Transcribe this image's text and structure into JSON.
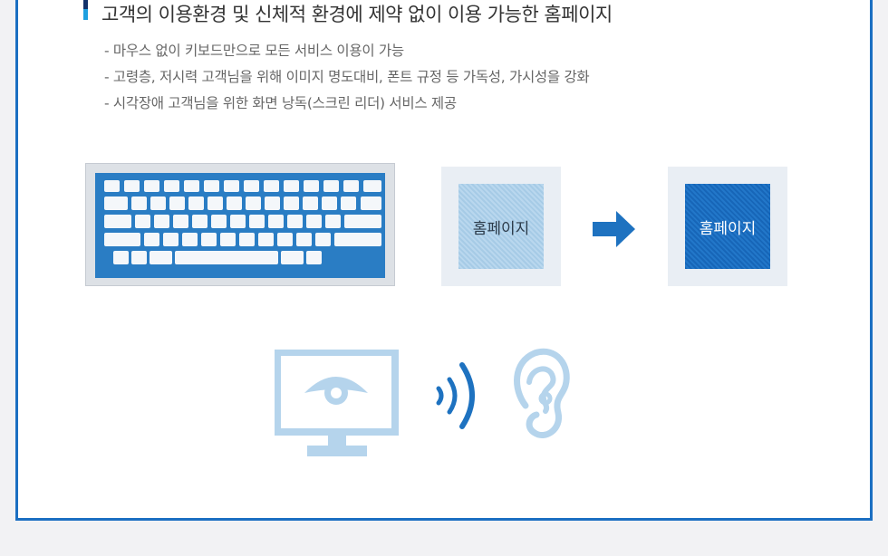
{
  "section": {
    "title": "고객의 이용환경 및 신체적 환경에 제약 없이 이용 가능한 홈페이지",
    "bullets": [
      "- 마우스 없이 키보드만으로 모든 서비스 이용이 가능",
      "- 고령층, 저시력 고객님을 위해 이미지 명도대비, 폰트 규정 등 가독성, 가시성을 강화",
      "- 시각장애 고객님을 위한 화면 낭독(스크린 리더) 서비스 제공"
    ]
  },
  "illustration": {
    "before_label": "홈페이지",
    "after_label": "홈페이지",
    "icons": [
      "keyboard-icon",
      "arrow-right-icon",
      "monitor-eye-icon",
      "sound-waves-icon",
      "ear-icon"
    ]
  },
  "colors": {
    "accent": "#1b6fc2",
    "title_mark_top": "#12326b",
    "title_mark_bottom": "#1ea0e0",
    "light_blue": "#b5d4ec",
    "dark_blue": "#1766b8"
  }
}
